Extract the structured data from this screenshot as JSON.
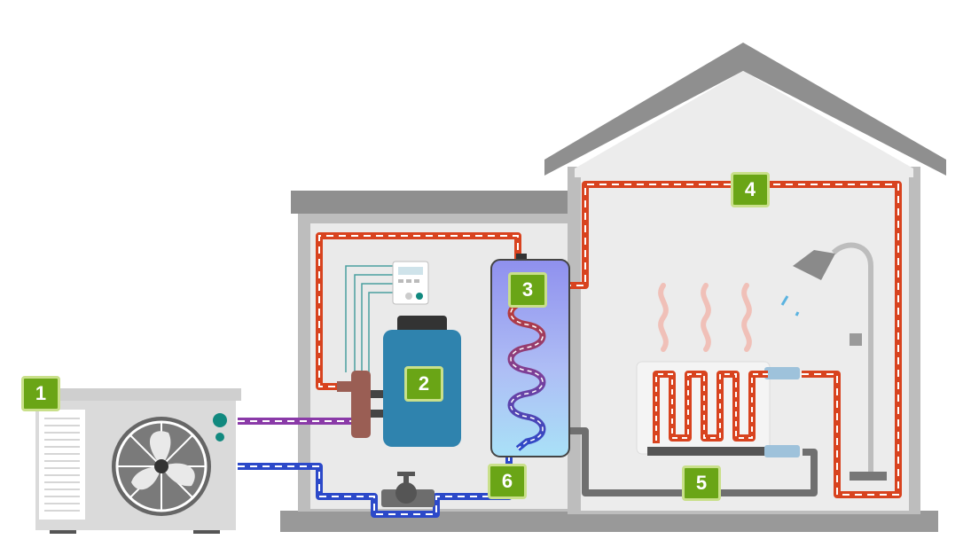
{
  "colors": {
    "badge_fill": "#6aa516",
    "badge_border": "#c9e08a",
    "hot_pipe": "#d8431f",
    "cold_pipe": "#2c49c9",
    "mixed_pipe": "#8a3aa8",
    "wall_dark": "#8f8f8f",
    "wall_light": "#ebebeb",
    "tank_blue": "#2f83ae"
  },
  "components": [
    {
      "id": "outdoor-unit",
      "label": "1",
      "icon": "air-source-heat-pump-outdoor-unit-icon"
    },
    {
      "id": "buffer-tank",
      "label": "2",
      "icon": "buffer-tank-icon"
    },
    {
      "id": "hot-water-cylinder",
      "label": "3",
      "icon": "hot-water-cylinder-icon"
    },
    {
      "id": "hot-water-supply",
      "label": "4",
      "icon": "hot-pipe-icon"
    },
    {
      "id": "radiator",
      "label": "5",
      "icon": "radiator-icon"
    },
    {
      "id": "return-circuit",
      "label": "6",
      "icon": "cold-pipe-icon"
    }
  ],
  "extra_icons": [
    "controller-panel-icon",
    "shower-icon",
    "valve-icon",
    "heat-waves-icon",
    "manifold-icon"
  ]
}
